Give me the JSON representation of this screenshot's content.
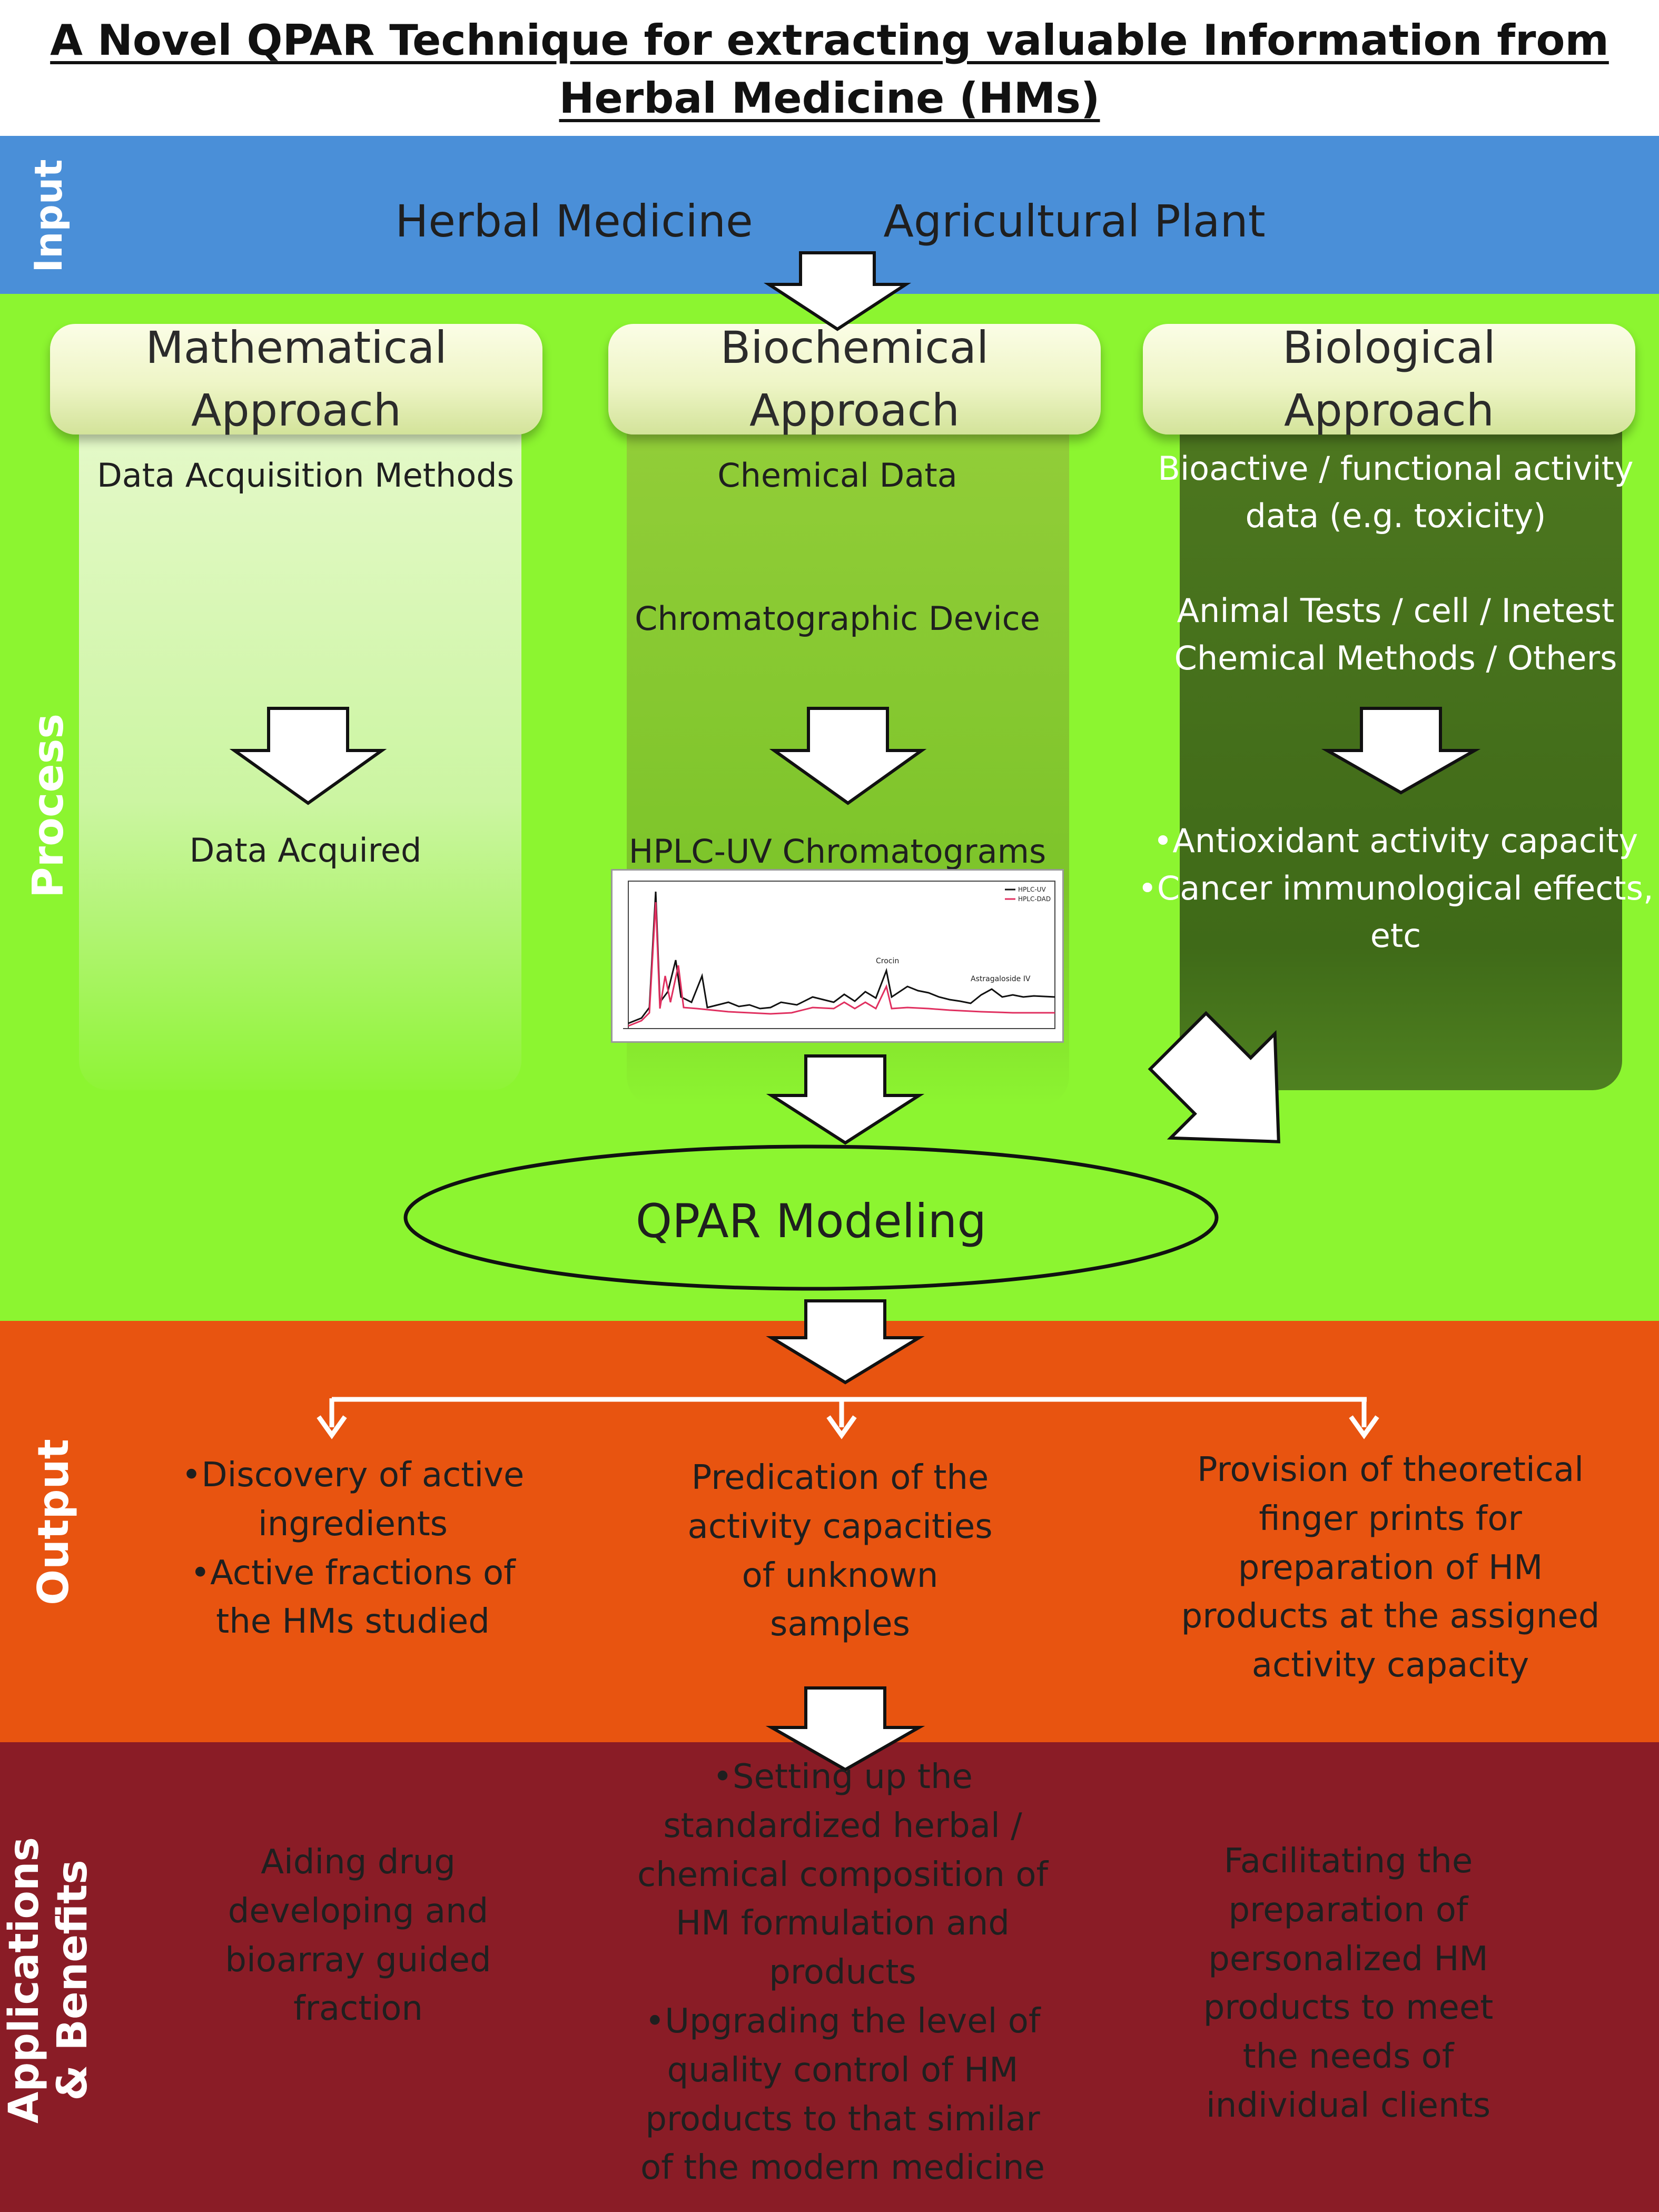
{
  "title": {
    "line1": "A Novel QPAR Technique for extracting valuable Information from",
    "line2": "Herbal Medicine (HMs)"
  },
  "bands": {
    "input": "Input",
    "process": "Process",
    "output": "Output",
    "applications_line1": "Applications",
    "applications_line2": "& Benefits"
  },
  "input": {
    "item1": "Herbal Medicine",
    "item2": "Agricultural Plant"
  },
  "approaches": {
    "mathematical": {
      "line1": "Mathematical",
      "line2": "Approach",
      "text1": "Data Acquisition Methods",
      "text2": "Data Acquired"
    },
    "biochemical": {
      "line1": "Biochemical",
      "line2": "Approach",
      "text1": "Chemical Data",
      "text2": "Chromatographic Device",
      "text3": "HPLC-UV Chromatograms"
    },
    "biological": {
      "line1": "Biological",
      "line2": "Approach",
      "text1_l1": "Bioactive / functional activity",
      "text1_l2": "data (e.g. toxicity)",
      "text2_l1": "Animal Tests / cell / Inetest",
      "text2_l2": "Chemical Methods / Others",
      "bullet1": "•Antioxidant activity capacity",
      "bullet2": "•Cancer immunological effects,",
      "bullet2_cont": "etc"
    }
  },
  "chromatogram": {
    "legend_top": "HPLC-UV",
    "legend_bottom": "HPLC-DAD",
    "peak1": "Crocin",
    "peak2": "Astragaloside IV"
  },
  "model": "QPAR Modeling",
  "outputs": {
    "left": [
      "•Discovery of active",
      "ingredients",
      "•Active fractions of",
      "the HMs studied"
    ],
    "middle": [
      "Predication of the",
      "activity capacities",
      "of unknown",
      "samples"
    ],
    "right": [
      "Provision of theoretical",
      "finger prints for",
      "preparation of HM",
      "products at the assigned",
      "activity capacity"
    ]
  },
  "applications": {
    "left": [
      "Aiding drug",
      "developing and",
      "bioarray guided",
      "fraction"
    ],
    "middle": [
      "•Setting up the",
      "standardized herbal /",
      "chemical composition of",
      "HM formulation and",
      "products",
      "•Upgrading the level of",
      "quality control of HM",
      "products to that similar",
      "of the modern medicine"
    ],
    "right": [
      "Facilitating the",
      "preparation of",
      "personalized HM",
      "products to meet",
      "the needs of",
      "individual clients"
    ]
  },
  "colors": {
    "input_band": "#4a8fd8",
    "process_band": "#8cf530",
    "output_band": "#e85410",
    "applications_band": "#8a1c26"
  }
}
